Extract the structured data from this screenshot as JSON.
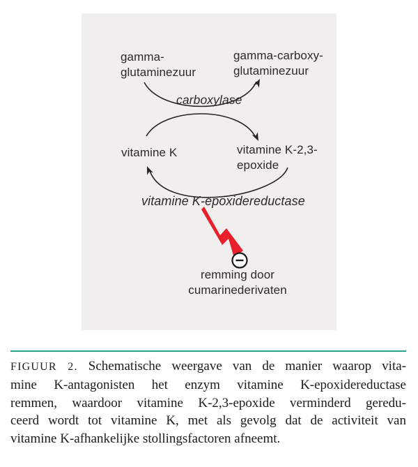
{
  "diagram": {
    "nodes": {
      "gamma_glutaminezuur": {
        "line1": "gamma-",
        "line2": "glutaminezuur"
      },
      "gamma_carboxy_glutaminezuur": {
        "line1": "gamma-carboxy-",
        "line2": "glutaminezuur"
      },
      "vitamine_k": {
        "label": "vitamine K"
      },
      "vitamine_k_epoxide": {
        "line1": "vitamine K-2,3-",
        "line2": "epoxide"
      }
    },
    "enzymes": {
      "carboxylase": "carboxylase",
      "epoxidereductase": "vitamine K-epoxidereductase"
    },
    "inhibition": {
      "line1": "remming door",
      "line2": "cumarinederivaten"
    },
    "colors": {
      "box_background": "#f0efee",
      "arrow_stroke": "#262421",
      "inhibit_red": "#e8202c",
      "caption_rule_teal": "#2aa38c"
    }
  },
  "caption": {
    "label": "FIGUUR 2.",
    "line1_rest": " Schematische weergave van de manier waarop vita-",
    "lines": [
      "mine K-antagonisten het enzym vitamine K-epoxidereductase",
      "remmen, waardoor vitamine K-2,3-epoxide verminderd geredu-",
      "ceerd wordt tot vitamine K, met als gevolg dat de activiteit van",
      "vitamine K-afhankelijke stollingsfactoren afneemt."
    ],
    "full_text": "FIGUUR 2. Schematische weergave van de manier waarop vitamine K-antagonisten het enzym vitamine K-epoxidereductase remmen, waardoor vitamine K-2,3-epoxide verminderd gereduceerd wordt tot vitamine K, met als gevolg dat de activiteit van vitamine K-afhankelijke stollingsfactoren afneemt."
  }
}
